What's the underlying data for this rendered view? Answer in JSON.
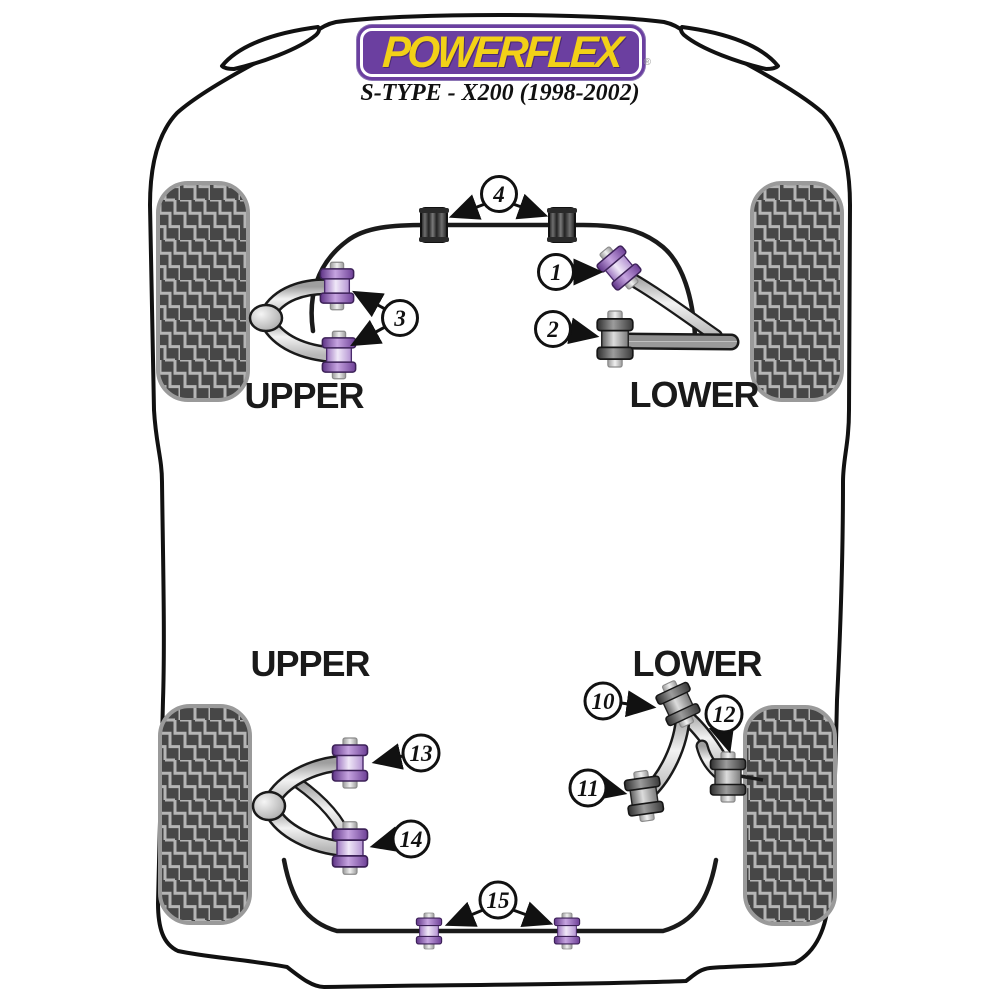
{
  "header": {
    "logo_text": "POWERFLEX",
    "reg_mark": "®",
    "subtitle": "S-TYPE - X200 (1998-2002)"
  },
  "labels": {
    "front_upper": "UPPER",
    "front_lower": "LOWER",
    "rear_upper": "UPPER",
    "rear_lower": "LOWER"
  },
  "callouts": {
    "c1": "1",
    "c2": "2",
    "c3": "3",
    "c4": "4",
    "c10": "10",
    "c11": "11",
    "c12": "12",
    "c13": "13",
    "c14": "14",
    "c15": "15"
  },
  "colors": {
    "logo-purple": "#6b3fa0",
    "logo-yellow": "#f2d117",
    "bushing-purple": "#8a5cb0",
    "tire-dark": "#474747",
    "outline-black": "#111111"
  }
}
